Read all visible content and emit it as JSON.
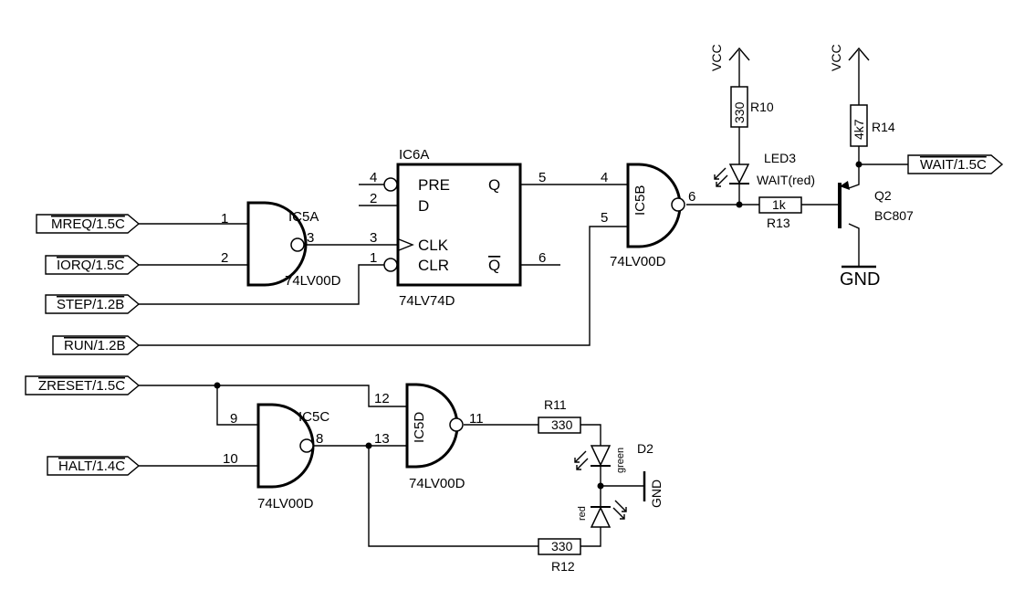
{
  "ports": {
    "mreq": "MREQ/1.5C",
    "iorq": "IORQ/1.5C",
    "step": "STEP/1.2B",
    "run": "RUN/1.2B",
    "zreset": "ZRESET/1.5C",
    "halt": "HALT/1.4C",
    "wait": "WAIT/1.5C"
  },
  "ic5a": {
    "name": "IC5A",
    "type": "74LV00D",
    "pin_in1": "1",
    "pin_in2": "2",
    "pin_out": "3"
  },
  "ic6a": {
    "name": "IC6A",
    "type": "74LV74D",
    "pre": "PRE",
    "d": "D",
    "clk": "CLK",
    "clr": "CLR",
    "q": "Q",
    "qbar": "Q",
    "pin_pre": "4",
    "pin_d": "2",
    "pin_clk": "3",
    "pin_clr": "1",
    "pin_q": "5",
    "pin_qbar": "6"
  },
  "ic5b": {
    "name": "IC5B",
    "type": "74LV00D",
    "pin_in1": "4",
    "pin_in2": "5",
    "pin_out": "6"
  },
  "ic5c": {
    "name": "IC5C",
    "type": "74LV00D",
    "pin_in1": "9",
    "pin_in2": "10",
    "pin_out": "8"
  },
  "ic5d": {
    "name": "IC5D",
    "type": "74LV00D",
    "pin_in1": "12",
    "pin_in2": "13",
    "pin_out": "11"
  },
  "r10": {
    "name": "R10",
    "value": "330"
  },
  "r14": {
    "name": "R14",
    "value": "4k7"
  },
  "r13": {
    "name": "R13",
    "value": "1k"
  },
  "r11": {
    "name": "R11",
    "value": "330"
  },
  "r12": {
    "name": "R12",
    "value": "330"
  },
  "led3": {
    "name": "LED3",
    "desc": "WAIT(red)"
  },
  "d2": {
    "name": "D2",
    "green": "green",
    "red": "red"
  },
  "q2": {
    "name": "Q2",
    "type": "BC807"
  },
  "power": {
    "vcc": "VCC",
    "gnd": "GND"
  }
}
